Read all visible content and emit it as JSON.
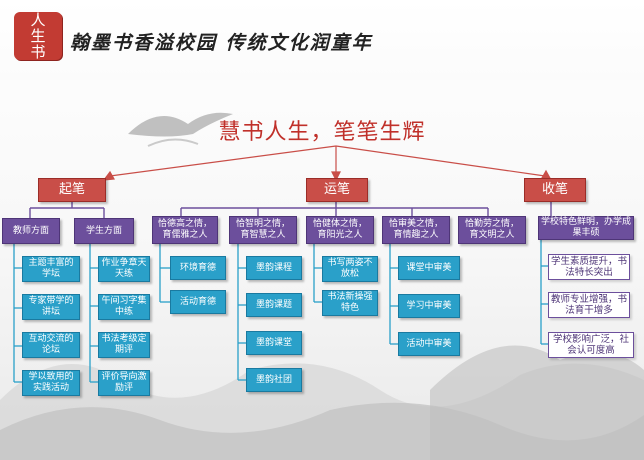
{
  "header": {
    "logo_chars": [
      "人",
      "生",
      "书"
    ],
    "slogan": "翰墨书香溢校园  传统文化润童年"
  },
  "title": "慧书人生，笔笔生辉",
  "pillars": {
    "qi": "起笔",
    "yun": "运笔",
    "shou": "收笔"
  },
  "qi": {
    "teacher": {
      "label": "教师方面",
      "items": [
        "主题丰富的学坛",
        "专家带学的讲坛",
        "互动交流的论坛",
        "学以致用的实践活动"
      ]
    },
    "student": {
      "label": "学生方面",
      "items": [
        "作业争章天天练",
        "午间习字集中练",
        "书法考级定期评",
        "评价导向激励评"
      ]
    }
  },
  "yun": {
    "categories": [
      {
        "label": "恰德高之情，育儒雅之人",
        "items": [
          "环境育德",
          "活动育德"
        ]
      },
      {
        "label": "恰智明之情，育智慧之人",
        "items": [
          "墨韵课程",
          "墨韵课题",
          "墨韵课堂",
          "墨韵社团"
        ]
      },
      {
        "label": "恰健体之情，育阳光之人",
        "items": [
          "书写两姿不放松",
          "书法新操强特色"
        ]
      },
      {
        "label": "恰审美之情，育情趣之人",
        "items": [
          "课堂中审美",
          "学习中审美",
          "活动中审美"
        ]
      },
      {
        "label": "恰勤劳之情，育文明之人",
        "items": []
      }
    ]
  },
  "shou": {
    "items": [
      "学校特色鲜明，办学成果丰硕",
      "学生素质提升，书法特长突出",
      "教师专业增强，书法育干增多",
      "学校影响广泛，社会认可度高"
    ]
  },
  "colors": {
    "pillar": "#c94e48",
    "category": "#6c4f9c",
    "item": "#2aa0c9",
    "title": "#c0302a"
  }
}
